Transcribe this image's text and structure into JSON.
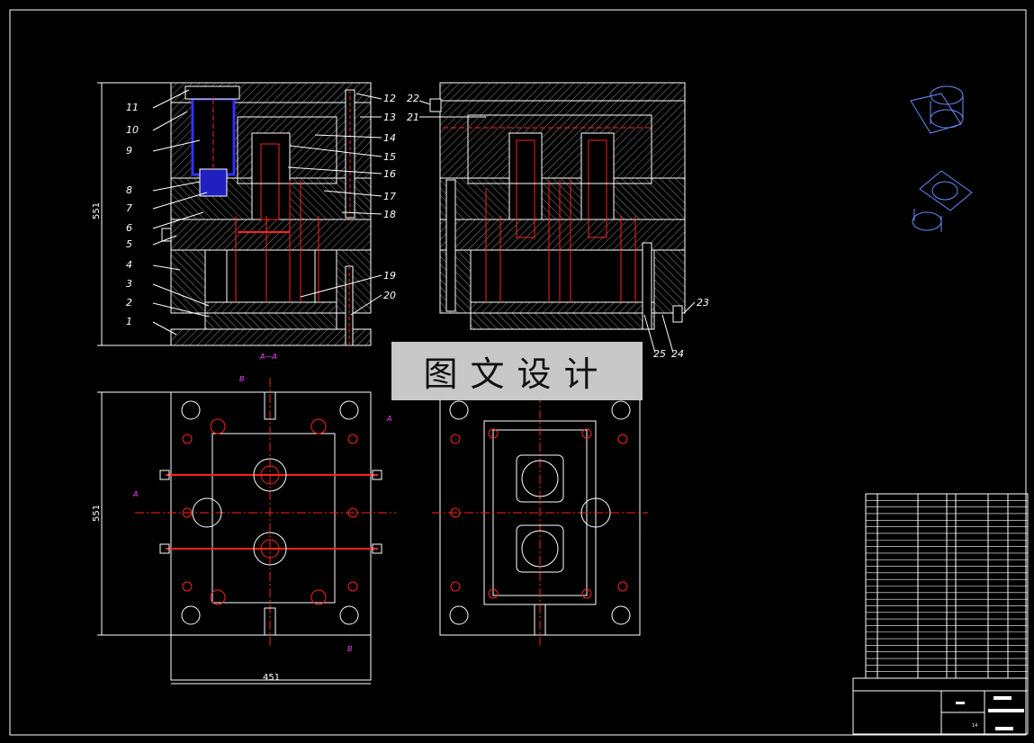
{
  "watermark": "图文设计",
  "section_label": "A—A",
  "dimensions": {
    "height_front": "551",
    "height_plan": "551",
    "width_plan": "451"
  },
  "part_labels": [
    "1",
    "2",
    "3",
    "4",
    "5",
    "6",
    "7",
    "8",
    "9",
    "10",
    "11",
    "12",
    "13",
    "14",
    "15",
    "16",
    "17",
    "18",
    "19",
    "20",
    "21",
    "22",
    "23",
    "24",
    "25"
  ],
  "section_markers": {
    "A": "A",
    "B": "B"
  },
  "colors": {
    "background": "#000000",
    "line": "#ffffff",
    "hatch": "#9a9a9a",
    "red": "#ff2020",
    "magenta": "#ff40ff",
    "blue": "#3030ff",
    "iso": "#6a8cff"
  },
  "title_block": {
    "rows": 28,
    "sheet_label": "14"
  }
}
